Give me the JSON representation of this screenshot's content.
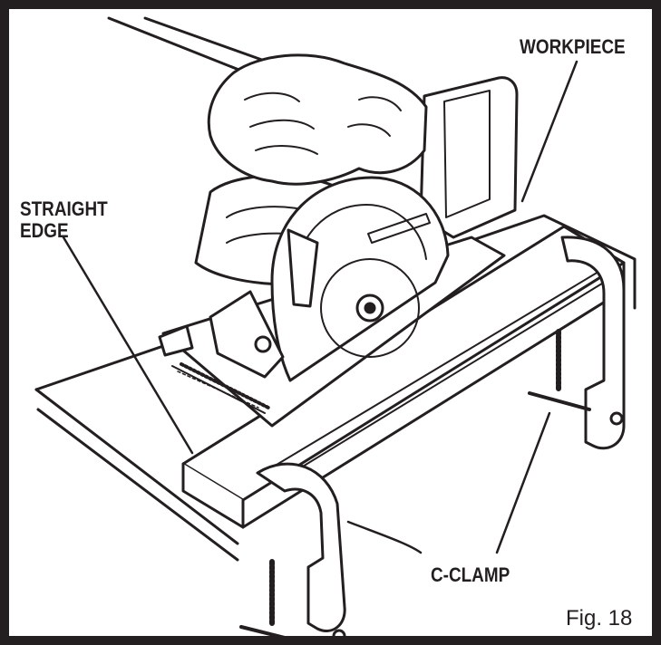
{
  "labels": {
    "workpiece": "WORKPIECE",
    "straight_edge_line1": "STRAIGHT",
    "straight_edge_line2": "EDGE",
    "c_clamp": "C-CLAMP"
  },
  "caption": "Fig. 18",
  "colors": {
    "ink": "#231f20",
    "paper": "#ffffff"
  }
}
